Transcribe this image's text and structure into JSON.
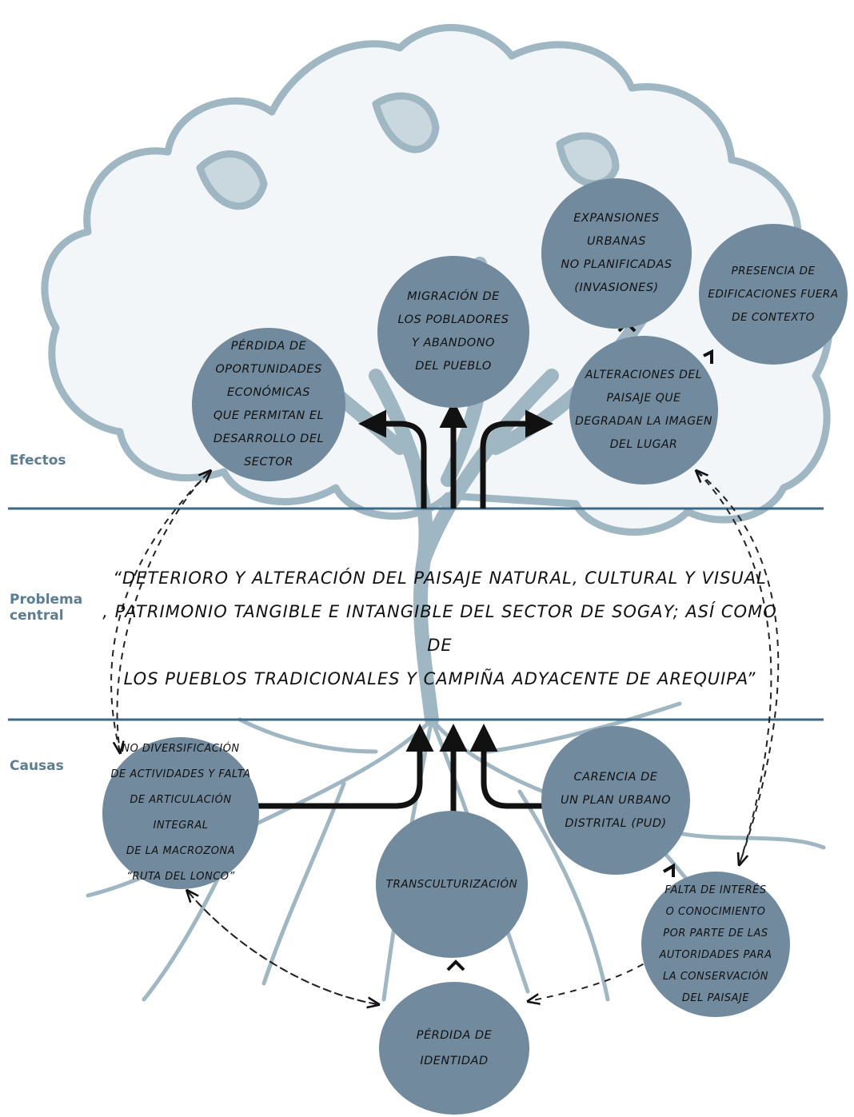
{
  "labels": {
    "effects": "Efectos",
    "central_problem": "Problema\ncentral",
    "causes": "Causas"
  },
  "central_problem_text": "“DETERIORO Y ALTERACIÓN DEL PAISAJE NATURAL, CULTURAL Y VISUAL\n, PATRIMONIO TANGIBLE E INTANGIBLE DEL SECTOR DE SOGAY; ASÍ COMO DE\nLOS PUEBLOS TRADICIONALES Y CAMPIÑA ADYACENTE DE AREQUIPA”",
  "effects": {
    "perdida_oportunidades": "PÉRDIDA DE\nOPORTUNIDADES\nECONÓMICAS\nQUE PERMITAN EL\nDESARROLLO DEL\nSECTOR",
    "migracion": "MIGRACIÓN DE\nLOS POBLADORES\nY ABANDONO\nDEL PUEBLO",
    "expansiones": "EXPANSIONES\nURBANAS\nNO PLANIFICADAS\n(INVASIONES)",
    "presencia": "PRESENCIA DE\nEDIFICACIONES FUERA\nDE CONTEXTO",
    "alteraciones": "ALTERACIONES DEL\nPAISAJE QUE\nDEGRADAN LA IMAGEN\nDEL LUGAR"
  },
  "causes": {
    "no_diversificacion": "NO DIVERSIFICACIÓN\nDE ACTIVIDADES Y FALTA\nDE ARTICULACIÓN INTEGRAL\nDE LA MACROZONA\n“RUTA DEL LONCO”",
    "carencia": "CARENCIA DE\nUN PLAN URBANO\nDISTRITAL (PUD)",
    "transculturizacion": "TRANSCULTURIZACIÓN",
    "falta_interes": "FALTA DE INTERÉS\nO CONOCIMIENTO\nPOR PARTE DE LAS\nAUTORIDADES PARA\nLA CONSERVACIÓN\nDEL PAISAJE",
    "perdida_identidad": "PÉRDIDA DE\nIDENTIDAD"
  },
  "colors": {
    "tree": "#9fb6c3",
    "tree_fill": "#f3f6f8",
    "node": "#718a9e",
    "band_line": "#3f6a86",
    "label": "#5a7d93",
    "arrow": "#111111"
  }
}
